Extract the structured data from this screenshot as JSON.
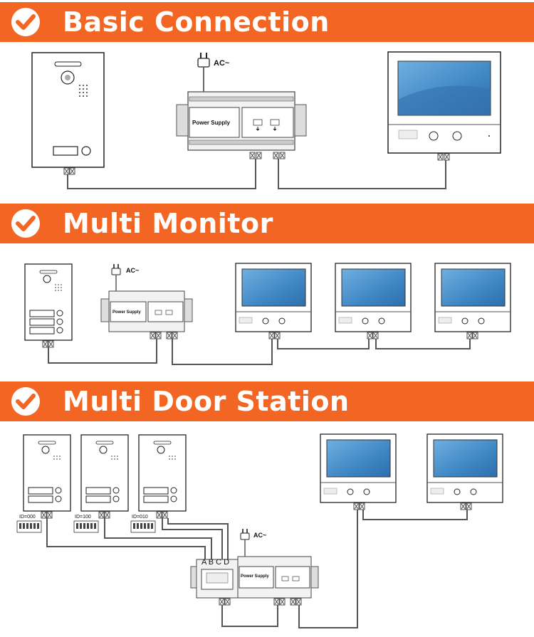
{
  "sections": [
    {
      "title": "Basic Connection"
    },
    {
      "title": "Multi Monitor"
    },
    {
      "title": "Multi Door Station"
    }
  ],
  "labels": {
    "ac": "AC~",
    "power_supply": "Power Supply",
    "id_000": "ID=000",
    "id_100": "ID=100",
    "id_010": "ID=010",
    "abcd": "A B  C D"
  },
  "colors": {
    "banner": "#f26522",
    "screen": "#4a8fc8",
    "wire": "#555555"
  }
}
